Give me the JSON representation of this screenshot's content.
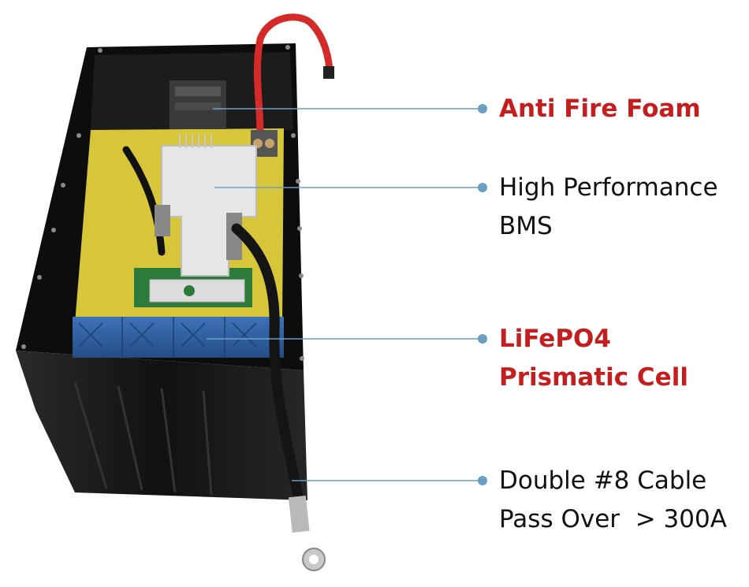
{
  "callouts": [
    {
      "lines": [
        "Anti Fire Foam"
      ],
      "emphasis": "red"
    },
    {
      "lines": [
        "High Performance",
        "BMS"
      ],
      "emphasis": "black"
    },
    {
      "lines": [
        "LiFePO4",
        "Prismatic Cell"
      ],
      "emphasis": "red"
    },
    {
      "lines": [
        "Double #8 Cable",
        "Pass Over  > 300A"
      ],
      "emphasis": "black"
    }
  ],
  "colors": {
    "emphasis_red": "#c41e1e",
    "leader_line": "#6a9fc6",
    "battery_case": "#141414",
    "insulation_lining": "#d8c63a",
    "bms_board": "#e6e6e6",
    "cells": "#2f5fa0",
    "red_cable": "#d42a2a",
    "black_cable": "#1b1b1b"
  }
}
